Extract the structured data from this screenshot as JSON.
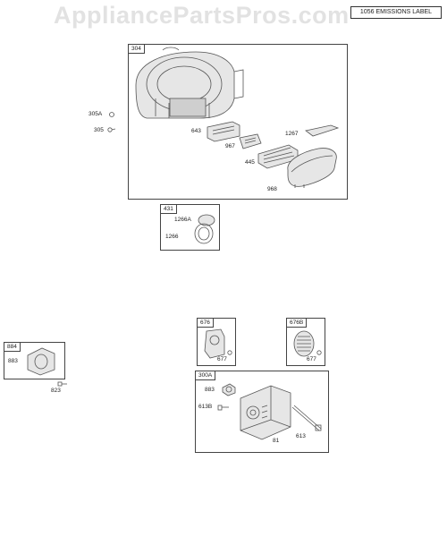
{
  "watermark": "AppliancePartsPros.com",
  "emissions_label": "1056 EMISSIONS LABEL",
  "groups": [
    {
      "id": "g304",
      "tag": "304",
      "labels": [
        "305A",
        "305",
        "643",
        "967",
        "1267",
        "445",
        "968"
      ]
    },
    {
      "id": "g431",
      "tag": "431",
      "labels": [
        "1266A",
        "1266"
      ]
    },
    {
      "id": "g884",
      "tag": "884",
      "labels": [
        "883",
        "823"
      ]
    },
    {
      "id": "g676",
      "tag": "676",
      "labels": [
        "677"
      ]
    },
    {
      "id": "g676b",
      "tag": "676B",
      "labels": [
        "677"
      ]
    },
    {
      "id": "g300a",
      "tag": "300A",
      "labels": [
        "883",
        "613B",
        "81",
        "613"
      ]
    }
  ]
}
